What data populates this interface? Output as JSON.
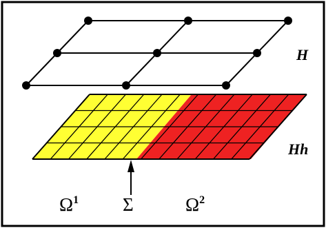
{
  "labels": {
    "coarse_grid": "H",
    "fine_grid": "Hh",
    "region_left": "Ω",
    "region_left_sup": "1",
    "interface": "Σ",
    "region_right": "Ω",
    "region_right_sup": "2"
  },
  "colors": {
    "border": "#000000",
    "background": "#ffffff",
    "region_left_fill": "#ffff33",
    "region_right_fill": "#ee2222",
    "grid_line": "#000000",
    "node": "#000000"
  },
  "grids": {
    "coarse": {
      "cols": 2,
      "rows": 2,
      "node_count": 9
    },
    "fine": {
      "cols": 12,
      "rows": 4,
      "left_cols": 6,
      "right_cols": 6
    }
  },
  "arrow": {
    "direction": "up",
    "points_to": "interface"
  }
}
